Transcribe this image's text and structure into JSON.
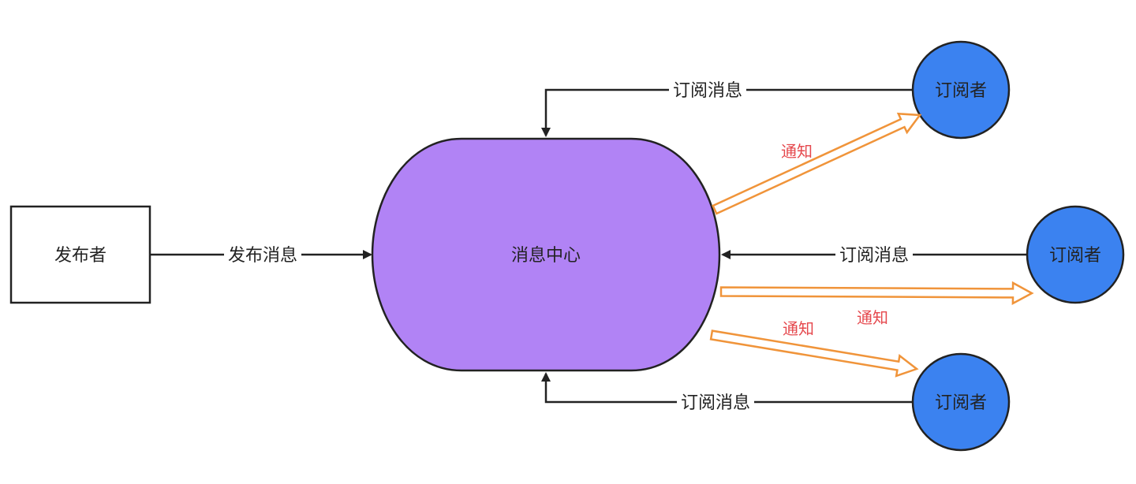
{
  "colors": {
    "hub_fill": "#b183f5",
    "subscriber_fill": "#3b82f0",
    "notify_arrow": "#f0943a",
    "notify_text": "#e5484d",
    "line": "#222222"
  },
  "nodes": {
    "publisher": "发布者",
    "hub": "消息中心",
    "subscriber_top": "订阅者",
    "subscriber_mid": "订阅者",
    "subscriber_bottom": "订阅者"
  },
  "edges": {
    "publish": "发布消息",
    "subscribe_top": "订阅消息",
    "subscribe_mid": "订阅消息",
    "subscribe_bottom": "订阅消息",
    "notify_top": "通知",
    "notify_mid": "通知",
    "notify_bottom": "通知"
  }
}
